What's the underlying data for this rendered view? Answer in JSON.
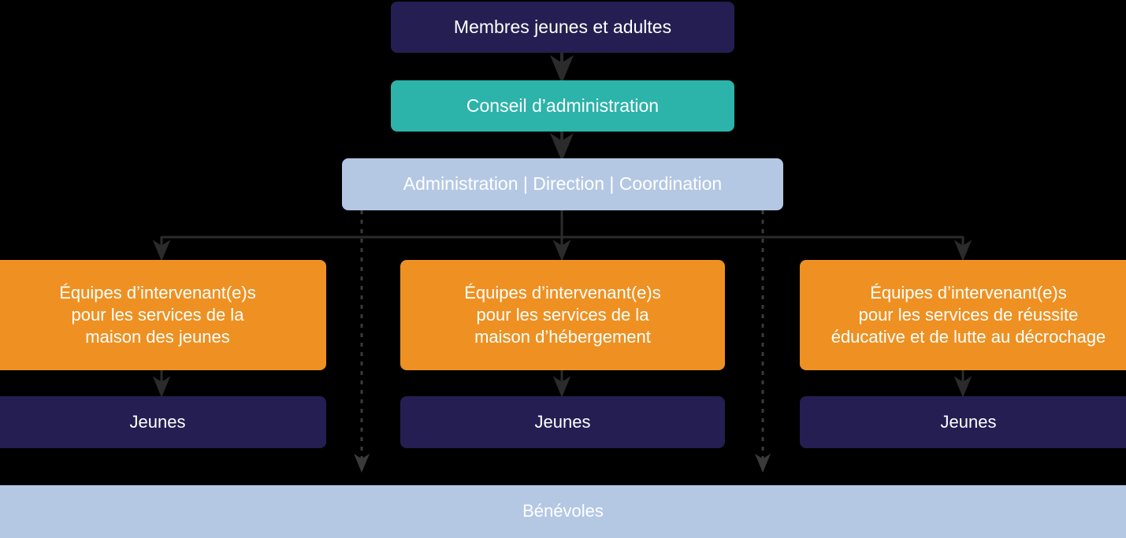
{
  "diagram": {
    "title": "Organigramme",
    "type": "organizational-chart",
    "background_color": "#000000",
    "colors": {
      "navy": "#241E52",
      "teal": "#2CB3AA",
      "light_blue": "#B4C8E4",
      "orange": "#EE9122",
      "connector": "#2B2B2B",
      "text": "#FFFFFF"
    },
    "nodes": {
      "members": {
        "label": "Membres jeunes et adultes",
        "color": "#241E52",
        "level": 1
      },
      "board": {
        "label": "Conseil d’administration",
        "color": "#2CB3AA",
        "level": 2
      },
      "administration": {
        "label": "Administration  |  Direction  |  Coordination",
        "color": "#B4C8E4",
        "level": 3
      },
      "team_youth_house": {
        "label": "Équipes d’intervenant(e)s\npour les services de la\nmaison des jeunes",
        "color": "#EE9122",
        "level": 4
      },
      "team_shelter": {
        "label": "Équipes d’intervenant(e)s\npour les services de la\nmaison d’hébergement",
        "color": "#EE9122",
        "level": 4
      },
      "team_education": {
        "label": "Équipes d’intervenant(e)s\npour les services de réussite\néducative et de lutte au décrochage",
        "color": "#EE9122",
        "level": 4
      },
      "youth_1": {
        "label": "Jeunes",
        "color": "#241E52",
        "level": 5
      },
      "youth_2": {
        "label": "Jeunes",
        "color": "#241E52",
        "level": 5
      },
      "youth_3": {
        "label": "Jeunes",
        "color": "#241E52",
        "level": 5
      },
      "volunteers": {
        "label": "Bénévoles",
        "color": "#B4C8E4",
        "level": 6
      }
    },
    "connectors": [
      {
        "from": "members",
        "to": "board",
        "style": "solid",
        "arrow": "down"
      },
      {
        "from": "board",
        "to": "administration",
        "style": "solid",
        "arrow": "down"
      },
      {
        "from": "administration",
        "to": "team_youth_house",
        "style": "solid",
        "arrow": "down"
      },
      {
        "from": "administration",
        "to": "team_shelter",
        "style": "solid",
        "arrow": "down"
      },
      {
        "from": "administration",
        "to": "team_education",
        "style": "solid",
        "arrow": "down"
      },
      {
        "from": "team_youth_house",
        "to": "youth_1",
        "style": "solid",
        "arrow": "down"
      },
      {
        "from": "team_shelter",
        "to": "youth_2",
        "style": "solid",
        "arrow": "down"
      },
      {
        "from": "team_education",
        "to": "youth_3",
        "style": "solid",
        "arrow": "down"
      },
      {
        "from": "administration",
        "to": "volunteers",
        "style": "dotted",
        "arrow": "down"
      },
      {
        "from": "administration",
        "to": "volunteers",
        "style": "dotted",
        "arrow": "down"
      }
    ]
  }
}
